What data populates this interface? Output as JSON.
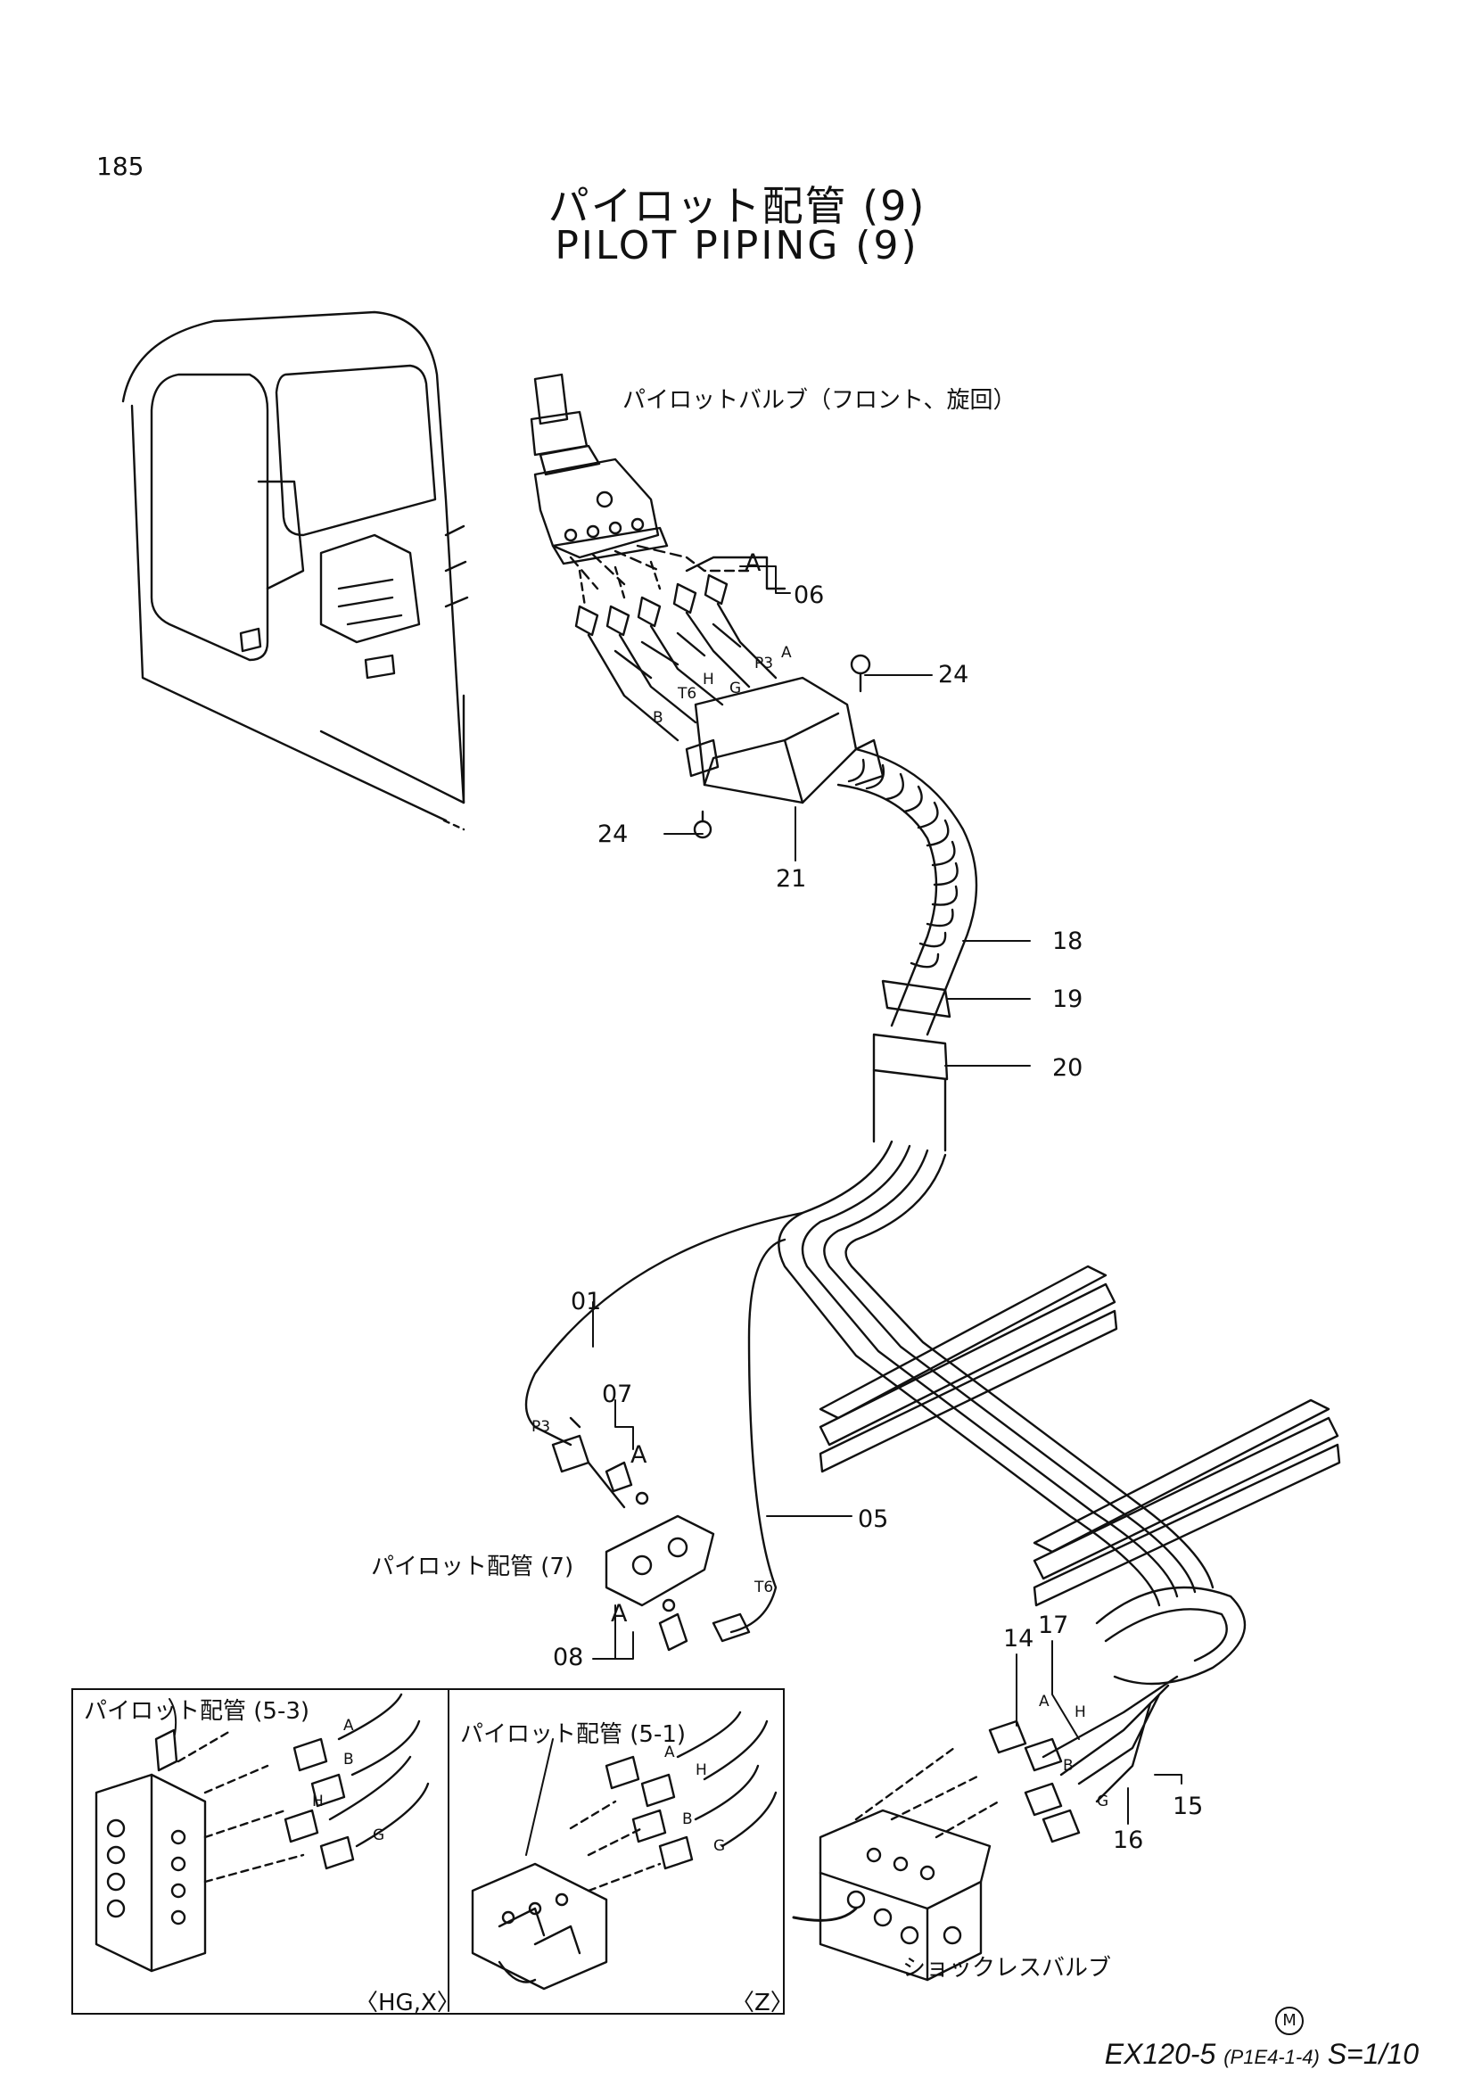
{
  "page": {
    "number": "185"
  },
  "title": {
    "jp": "パイロット配管 (9)",
    "en": "PILOT PIPING (9)"
  },
  "labels": {
    "pilot_valve": "パイロットバルブ（フロント、旋回）",
    "pilot_piping_7": "パイロット配管 (7)",
    "shockless_valve": "ショックレスバルブ",
    "inset_left_title": "パイロット配管 (5-3)",
    "inset_right_title": "パイロット配管 (5-1)",
    "inset_left_tag": "〈HG,X〉",
    "inset_right_tag": "〈Z〉"
  },
  "callouts": {
    "c06": "06",
    "c24a": "24",
    "c24b": "24",
    "c21": "21",
    "c18": "18",
    "c19": "19",
    "c20": "20",
    "c01": "01",
    "c07": "07",
    "c05": "05",
    "c08": "08",
    "c14": "14",
    "c17": "17",
    "c15": "15",
    "c16": "16",
    "a1": "A",
    "a2": "A",
    "a3": "A"
  },
  "port_letters": {
    "p3_top": "P3",
    "a_top": "A",
    "t6_top": "T6",
    "h_top": "H",
    "g_top": "G",
    "b_top": "B",
    "p3_mid": "P3",
    "t6_mid": "T6",
    "a_r": "A",
    "h_r": "H",
    "b_r": "B",
    "g_r": "G",
    "a_l": "A",
    "b_l": "B",
    "h_l": "H",
    "g_l": "G",
    "a_m": "A",
    "h_m": "H",
    "b_m": "B",
    "g_m": "G"
  },
  "footer": {
    "model": "EX120-5",
    "code": "(P1E4-1-4)",
    "scale": "S=1/10",
    "mark": "M"
  }
}
